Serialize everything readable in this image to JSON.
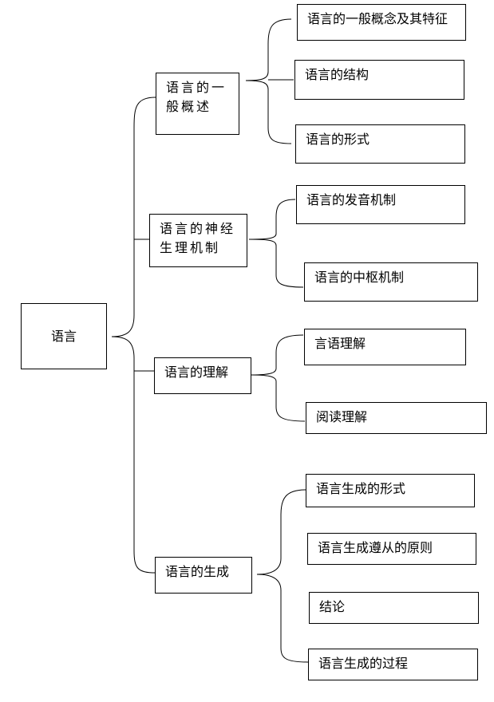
{
  "root": {
    "label": "语言"
  },
  "branches": [
    {
      "label": "语言的一般概述",
      "children": [
        "语言的一般概念及其特征",
        "语言的结构",
        "语言的形式"
      ]
    },
    {
      "label": "语言的神经生理机制",
      "children": [
        "语言的发音机制",
        "语言的中枢机制"
      ]
    },
    {
      "label": "语言的理解",
      "children": [
        "言语理解",
        "阅读理解"
      ]
    },
    {
      "label": "语言的生成",
      "children": [
        "语言生成的形式",
        "语言生成遵从的原则",
        "结论",
        "语言生成的过程"
      ]
    }
  ]
}
